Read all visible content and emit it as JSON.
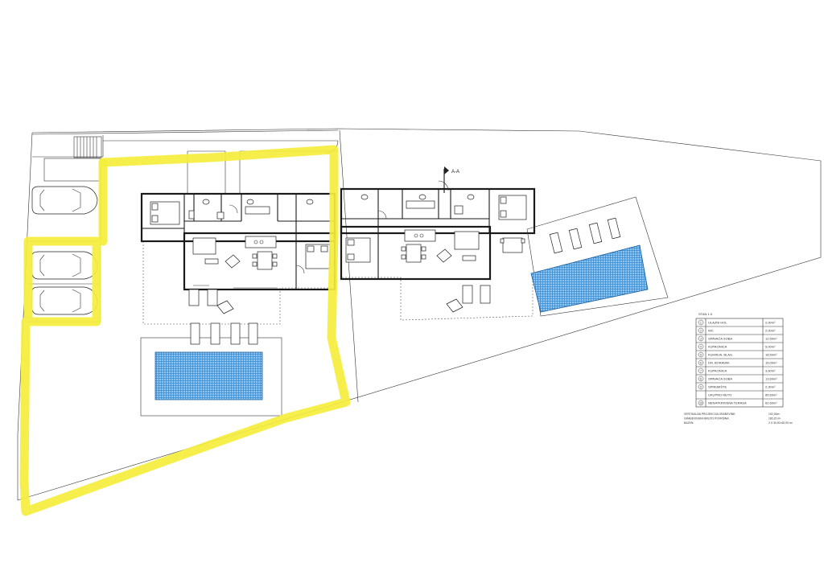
{
  "section_marker": "A-A",
  "legend": {
    "title": "STAN 1.0",
    "rows": [
      {
        "num": "1",
        "name": "ULAZNI HOL",
        "area": "2,90m²"
      },
      {
        "num": "2",
        "name": "WC",
        "area": "2,00m²"
      },
      {
        "num": "3",
        "name": "SPAVAĆA SOBA",
        "area": "12,50m²"
      },
      {
        "num": "4",
        "name": "KUPAONICA",
        "area": "5,00m²"
      },
      {
        "num": "5",
        "name": "KUHINJA, BLAG.",
        "area": "18,50m²"
      },
      {
        "num": "6",
        "name": "DN. BORAVAK",
        "area": "15,00m²"
      },
      {
        "num": "7",
        "name": "KUPAONICA",
        "area": "3,60m²"
      },
      {
        "num": "8",
        "name": "SPAVAĆA SOBA",
        "area": "13,60m²"
      },
      {
        "num": "9",
        "name": "SPREMIŠTE",
        "area": "2,30m²"
      },
      {
        "num": "",
        "name": "UKUPNO NETO",
        "area": "85,60m²"
      },
      {
        "num": "10",
        "name": "NENATKRIVENA TERASA",
        "area": "62,60m²"
      }
    ]
  },
  "summary": [
    {
      "label": "VERTIKALNA PROJEKCIJA GRAĐEVINE:",
      "value": "192,20m²"
    },
    {
      "label": "GRAĐEVINSKA BRUTO POVRŠINA:",
      "value": "180,20 m²"
    },
    {
      "label": "BAZEN:",
      "value": "2 X 30,00=60,00 m²"
    }
  ],
  "colors": {
    "highlight": "#f5ee3c",
    "pool": "#3b8fd6",
    "lines": "#1a1a1a"
  }
}
